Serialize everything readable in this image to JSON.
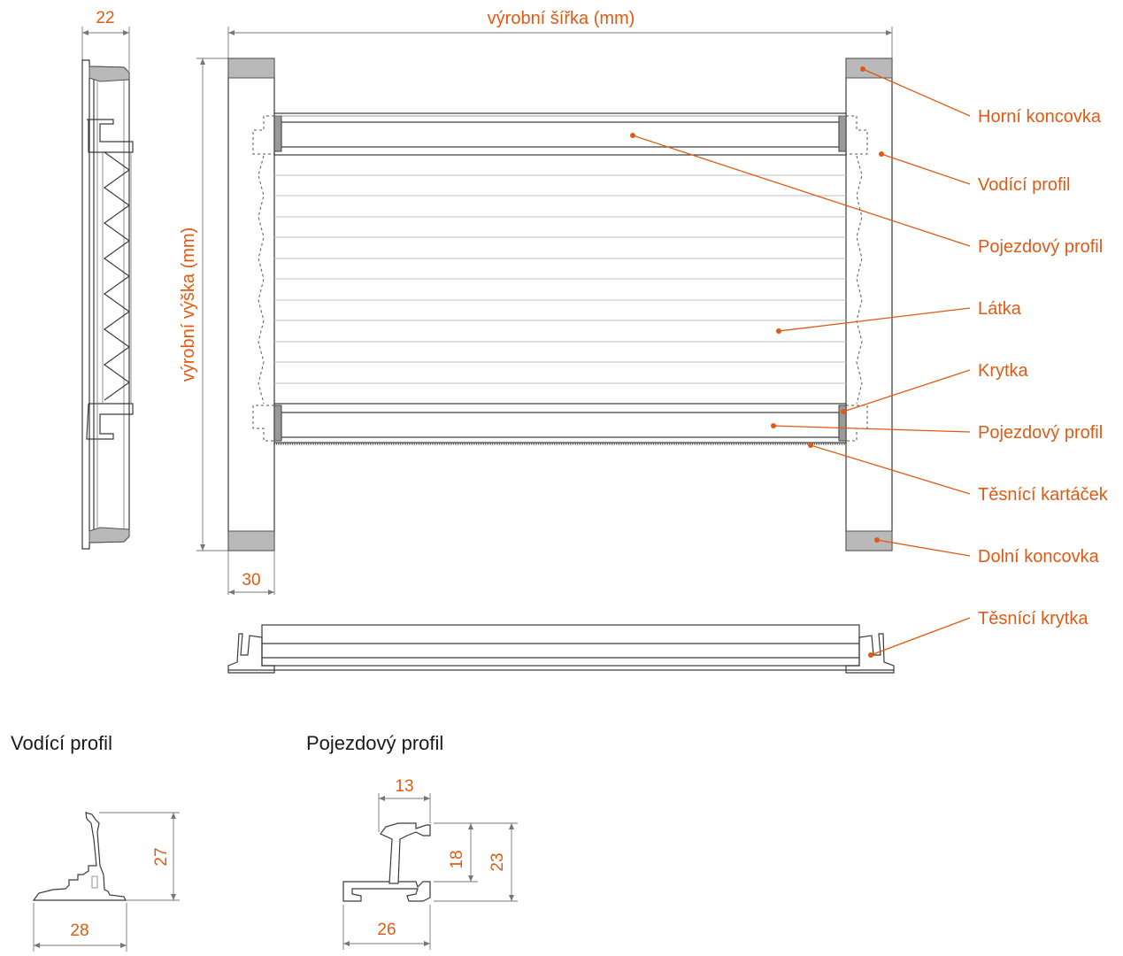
{
  "labels": {
    "horni_koncovka": "Horní koncovka",
    "vodici_profil": "Vodící profil",
    "pojezdovy_profil_top": "Pojezdový profil",
    "latka": "Látka",
    "krytka": "Krytka",
    "pojezdovy_profil_bottom": "Pojezdový profil",
    "tesnici_kartacek": "Těsnící kartáček",
    "dolni_koncovka": "Dolní koncovka",
    "tesnici_krytka": "Těsnící krytka"
  },
  "dimensions": {
    "width_label": "výrobní šířka (mm)",
    "height_label": "výrobní výška (mm)",
    "side_depth": "22",
    "frame_width": "30",
    "guide_height": "27",
    "guide_width": "28",
    "rail_top": "13",
    "rail_inner": "18",
    "rail_height": "23",
    "rail_width": "26"
  },
  "sections": {
    "guide_title": "Vodící profil",
    "rail_title": "Pojezdový profil"
  },
  "colors": {
    "accent": "#e05a14",
    "line": "#3a3a3a",
    "cap": "#b9b9b9"
  }
}
